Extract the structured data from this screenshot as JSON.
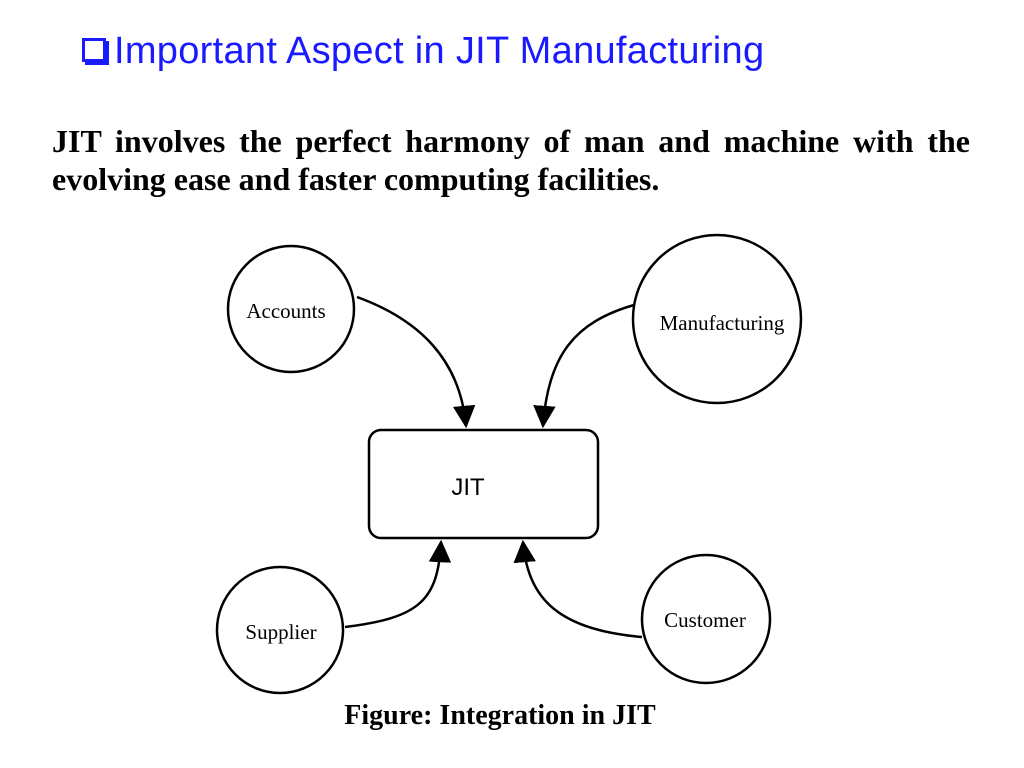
{
  "slide": {
    "title": "Important Aspect in JIT Manufacturing",
    "bullet_icon": "square-bullet-icon",
    "body": "JIT involves the perfect harmony of man and machine with the evolving ease and faster computing facilities.",
    "caption": "Figure: Integration in JIT",
    "accent_color": "#1a1aff"
  },
  "diagram": {
    "center": "JIT",
    "nodes": [
      "Accounts",
      "Manufacturing",
      "Supplier",
      "Customer"
    ]
  }
}
